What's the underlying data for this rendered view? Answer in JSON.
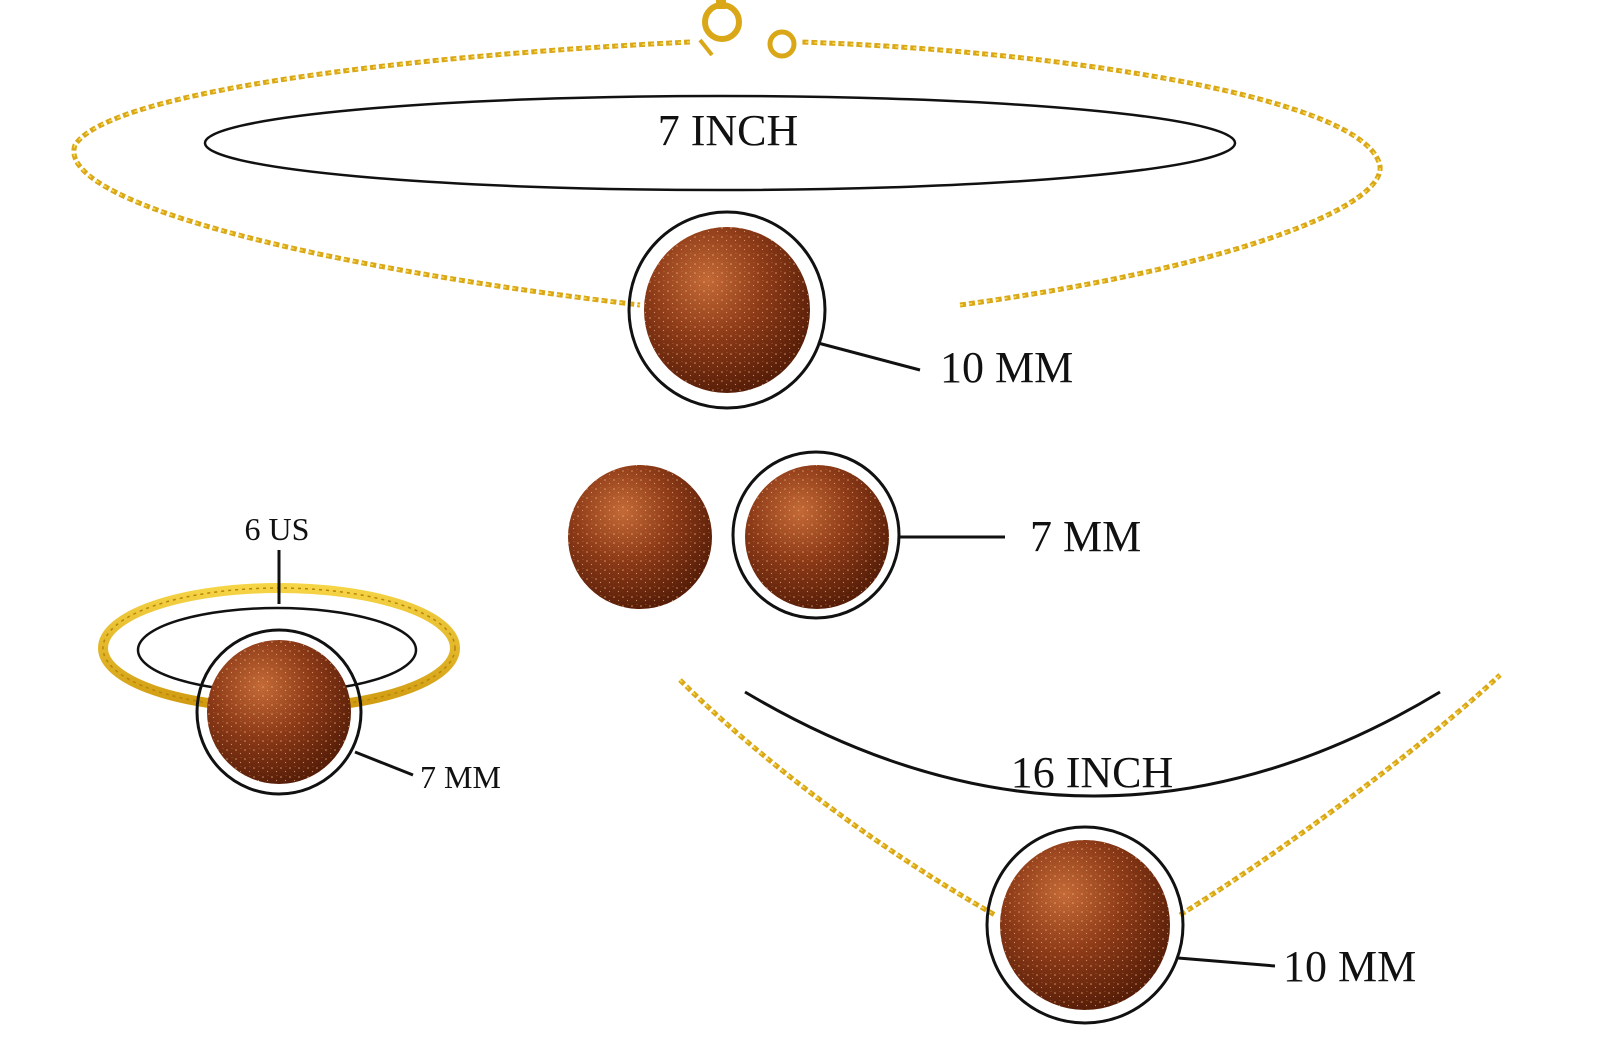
{
  "bracelet": {
    "length_label": "7 INCH",
    "bead_size_label": "10 MM"
  },
  "earrings": {
    "bead_size_label": "7 MM"
  },
  "ring": {
    "ring_size_label": "6 US",
    "bead_size_label": "7 MM"
  },
  "necklace": {
    "length_label": "16 INCH",
    "bead_size_label": "10 MM"
  },
  "colors": {
    "gold": "#d8a514",
    "gold_light": "#f3cf3a",
    "stone": "#8a3a17",
    "stone_dark": "#5a1f0a",
    "stone_light": "#c2622d",
    "outline": "#111111"
  }
}
